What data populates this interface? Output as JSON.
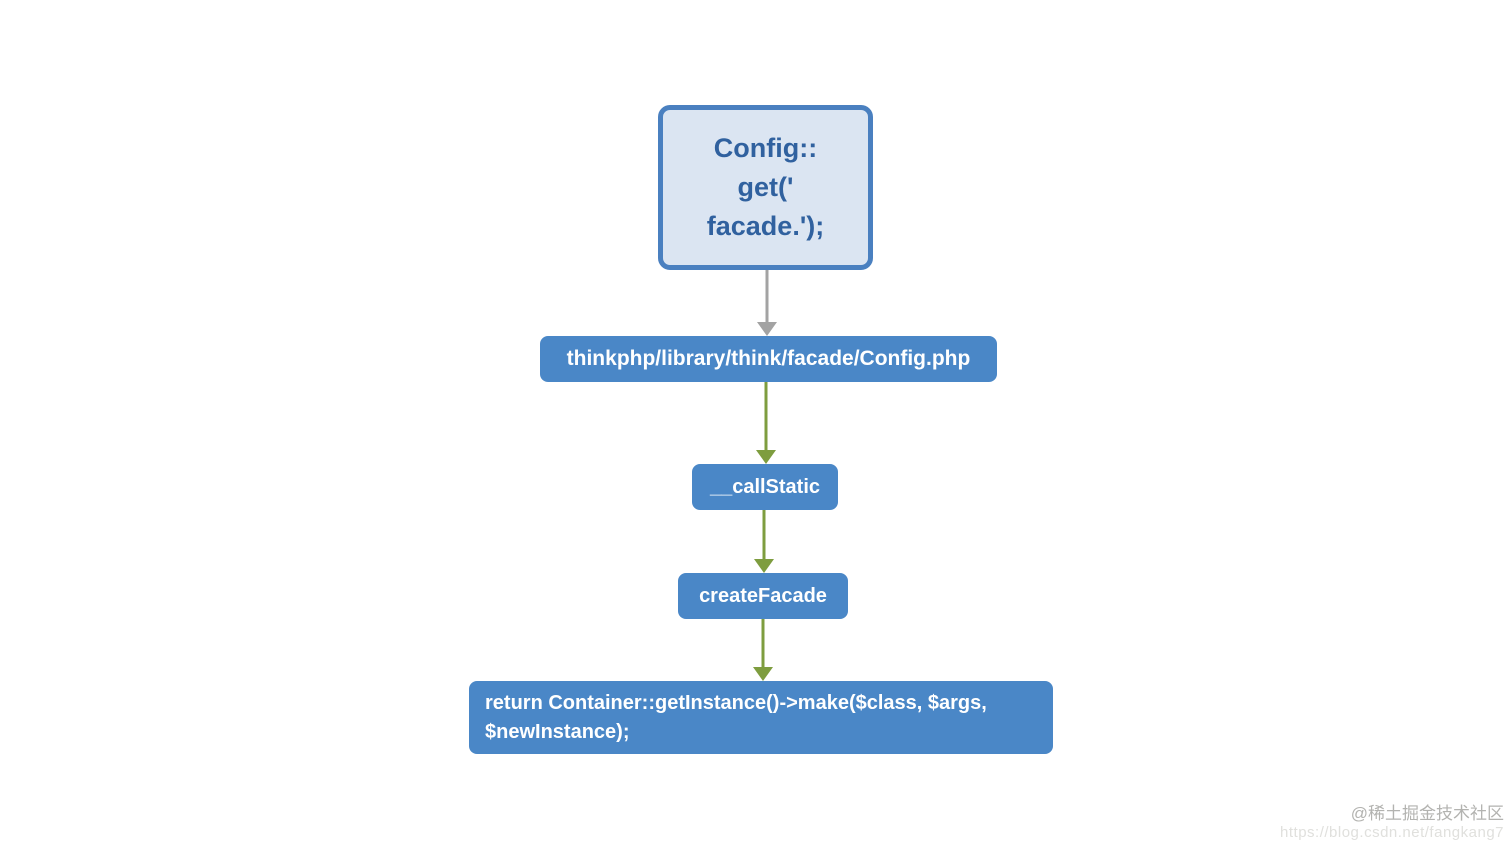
{
  "diagram": {
    "nodes": [
      {
        "id": "config-call",
        "type": "outlined",
        "lines": [
          "Config::",
          "get('",
          "facade.');"
        ]
      },
      {
        "id": "config-file",
        "type": "solid",
        "label": "thinkphp/library/think/facade/Config.php"
      },
      {
        "id": "call-static",
        "type": "solid",
        "label": "__callStatic"
      },
      {
        "id": "create-facade",
        "type": "solid",
        "label": "createFacade"
      },
      {
        "id": "return-make",
        "type": "solid",
        "lines": [
          "return Container::getInstance()->make($class, $args,",
          "$newInstance);"
        ]
      }
    ],
    "edges": [
      {
        "from": "config-call",
        "to": "config-file",
        "color_role": "gray"
      },
      {
        "from": "config-file",
        "to": "call-static",
        "color_role": "green"
      },
      {
        "from": "call-static",
        "to": "create-facade",
        "color_role": "green"
      },
      {
        "from": "create-facade",
        "to": "return-make",
        "color_role": "green"
      }
    ]
  },
  "watermark": {
    "line1": "@稀土掘金技术社区",
    "line2": "https://blog.csdn.net/fangkang7"
  },
  "colors": {
    "solid-blue": "#4a87c7",
    "outline-border": "#4a80c0",
    "outline-fill": "#dbe5f2",
    "outline-text": "#30619f",
    "arrow-green": "#7e9d3f",
    "arrow-gray": "#a3a3a3",
    "watermark-1": "#b3b3b0",
    "watermark-2": "#e0e0dd",
    "page-bg": "#ffffff"
  }
}
